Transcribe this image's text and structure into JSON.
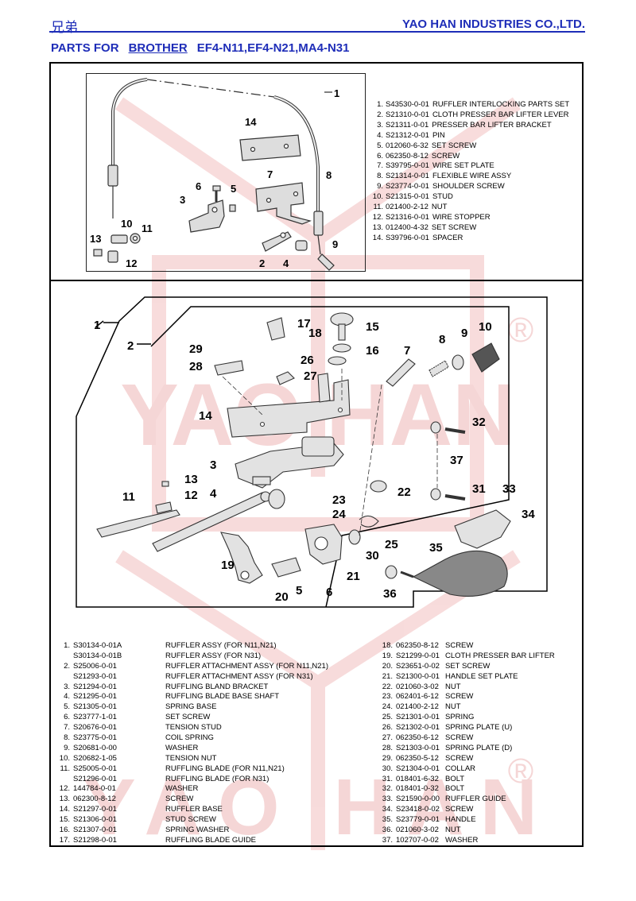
{
  "header": {
    "left_text": "兄弟",
    "company": "YAO HAN INDUSTRIES CO.,LTD.",
    "subtitle_prefix": "PARTS FOR",
    "brand": "BROTHER",
    "models": "EF4-N11,EF4-N21,MA4-N31"
  },
  "watermark": {
    "text_top": "YAO HAN",
    "text_bottom": "YAO HAN",
    "registered": "®",
    "color": "#f3c9c9"
  },
  "diagram_top": {
    "callouts": [
      "1",
      "14",
      "7",
      "8",
      "6",
      "5",
      "3",
      "10",
      "11",
      "13",
      "12",
      "2",
      "4",
      "9"
    ]
  },
  "parts_top": [
    {
      "no": "1.",
      "code": "S43530-0-01",
      "desc": "RUFFLER INTERLOCKING PARTS SET"
    },
    {
      "no": "2.",
      "code": "S21310-0-01",
      "desc": "CLOTH PRESSER BAR LIFTER LEVER"
    },
    {
      "no": "3.",
      "code": "S21311-0-01",
      "desc": "PRESSER BAR LIFTER BRACKET"
    },
    {
      "no": "4.",
      "code": "S21312-0-01",
      "desc": "PIN"
    },
    {
      "no": "5.",
      "code": "012060-6-32",
      "desc": "SET SCREW"
    },
    {
      "no": "6.",
      "code": "062350-8-12",
      "desc": "SCREW"
    },
    {
      "no": "7.",
      "code": "S39795-0-01",
      "desc": "WIRE SET PLATE"
    },
    {
      "no": "8.",
      "code": "S21314-0-01",
      "desc": "FLEXIBLE WIRE ASSY"
    },
    {
      "no": "9.",
      "code": "S23774-0-01",
      "desc": "SHOULDER SCREW"
    },
    {
      "no": "10.",
      "code": "S21315-0-01",
      "desc": "STUD"
    },
    {
      "no": "11.",
      "code": "021400-2-12",
      "desc": "NUT"
    },
    {
      "no": "12.",
      "code": "S21316-0-01",
      "desc": "WIRE STOPPER"
    },
    {
      "no": "13.",
      "code": "012400-4-32",
      "desc": "SET SCREW"
    },
    {
      "no": "14.",
      "code": "S39796-0-01",
      "desc": "SPACER"
    }
  ],
  "diagram_bottom": {
    "callouts": [
      "1",
      "2",
      "17",
      "18",
      "15",
      "16",
      "7",
      "8",
      "9",
      "10",
      "29",
      "28",
      "26",
      "27",
      "14",
      "32",
      "37",
      "3",
      "22",
      "31",
      "33",
      "34",
      "13",
      "12",
      "11",
      "4",
      "23",
      "24",
      "25",
      "30",
      "35",
      "19",
      "5",
      "6",
      "21",
      "36",
      "20"
    ]
  },
  "parts_left": [
    {
      "no": "1.",
      "code": "S30134-0-01A",
      "desc": "RUFFLER ASSY (FOR N11,N21)"
    },
    {
      "no": "",
      "code": "S30134-0-01B",
      "desc": "RUFFLER ASSY (FOR N31)"
    },
    {
      "no": "2.",
      "code": "S25006-0-01",
      "desc": "RUFFLER ATTACHMENT ASSY (FOR N11,N21)"
    },
    {
      "no": "",
      "code": "S21293-0-01",
      "desc": "RUFFLER ATTACHMENT ASSY (FOR N31)"
    },
    {
      "no": "3.",
      "code": "S21294-0-01",
      "desc": "RUFFLING BLAND BRACKET"
    },
    {
      "no": "4.",
      "code": "S21295-0-01",
      "desc": "RUFFLING BLADE BASE SHAFT"
    },
    {
      "no": "5.",
      "code": "S21305-0-01",
      "desc": "SPRING BASE"
    },
    {
      "no": "6.",
      "code": "S23777-1-01",
      "desc": "SET SCREW"
    },
    {
      "no": "7.",
      "code": "S20676-0-01",
      "desc": "TENSION STUD"
    },
    {
      "no": "8.",
      "code": "S23775-0-01",
      "desc": "COIL SPRING"
    },
    {
      "no": "9.",
      "code": "S20681-0-00",
      "desc": "WASHER"
    },
    {
      "no": "10.",
      "code": "S20682-1-05",
      "desc": "TENSION NUT"
    },
    {
      "no": "11.",
      "code": "S25005-0-01",
      "desc": "RUFFLING BLADE (FOR N11,N21)"
    },
    {
      "no": "",
      "code": "S21296-0-01",
      "desc": "RUFFLING BLADE (FOR N31)"
    },
    {
      "no": "12.",
      "code": "144784-0-01",
      "desc": "WASHER"
    },
    {
      "no": "13.",
      "code": "062300-8-12",
      "desc": "SCREW"
    },
    {
      "no": "14.",
      "code": "S21297-0-01",
      "desc": "RUFFLER BASE"
    },
    {
      "no": "15.",
      "code": "S21306-0-01",
      "desc": "STUD SCREW"
    },
    {
      "no": "16.",
      "code": "S21307-0-01",
      "desc": "SPRING WASHER"
    },
    {
      "no": "17.",
      "code": "S21298-0-01",
      "desc": "RUFFLING BLADE GUIDE"
    }
  ],
  "parts_right": [
    {
      "no": "18.",
      "code": "062350-8-12",
      "desc": "SCREW"
    },
    {
      "no": "19.",
      "code": "S21299-0-01",
      "desc": "CLOTH PRESSER BAR LIFTER"
    },
    {
      "no": "20.",
      "code": "S23651-0-02",
      "desc": "SET SCREW"
    },
    {
      "no": "21.",
      "code": "S21300-0-01",
      "desc": "HANDLE SET PLATE"
    },
    {
      "no": "22.",
      "code": "021060-3-02",
      "desc": "NUT"
    },
    {
      "no": "23.",
      "code": "062401-6-12",
      "desc": "SCREW"
    },
    {
      "no": "24.",
      "code": "021400-2-12",
      "desc": "NUT"
    },
    {
      "no": "25.",
      "code": "S21301-0-01",
      "desc": "SPRING"
    },
    {
      "no": "26.",
      "code": "S21302-0-01",
      "desc": "SPRING PLATE (U)"
    },
    {
      "no": "27.",
      "code": "062350-6-12",
      "desc": "SCREW"
    },
    {
      "no": "28.",
      "code": "S21303-0-01",
      "desc": "SPRING PLATE (D)"
    },
    {
      "no": "29.",
      "code": "062350-5-12",
      "desc": "SCREW"
    },
    {
      "no": "30.",
      "code": "S21304-0-01",
      "desc": "COLLAR"
    },
    {
      "no": "31.",
      "code": "018401-6-32",
      "desc": "BOLT"
    },
    {
      "no": "32.",
      "code": "018401-0-32",
      "desc": "BOLT"
    },
    {
      "no": "33.",
      "code": "S21590-0-00",
      "desc": "RUFFLER GUIDE"
    },
    {
      "no": "34.",
      "code": "S23418-0-02",
      "desc": "SCREW"
    },
    {
      "no": "35.",
      "code": "S23779-0-01",
      "desc": "HANDLE"
    },
    {
      "no": "36.",
      "code": "021060-3-02",
      "desc": "NUT"
    },
    {
      "no": "37.",
      "code": "102707-0-02",
      "desc": "WASHER"
    }
  ]
}
